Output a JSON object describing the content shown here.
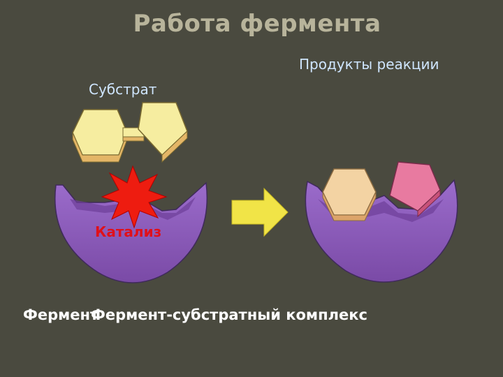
{
  "title": "Работа фермента",
  "labels": {
    "products": "Продукты реакции",
    "substrate": "Субстрат",
    "catalysis": "Катализ",
    "enzyme": "Фермент",
    "complex": "Фермент-субстратный комплекс"
  },
  "colors": {
    "background": "#4a4a3f",
    "enzyme": "#8c5ab8",
    "substrate": "#f6eda0",
    "product_left": "#f3d3a3",
    "product_right": "#e87aa0",
    "arrow": "#f1e447",
    "burst": "#ee1c10"
  }
}
